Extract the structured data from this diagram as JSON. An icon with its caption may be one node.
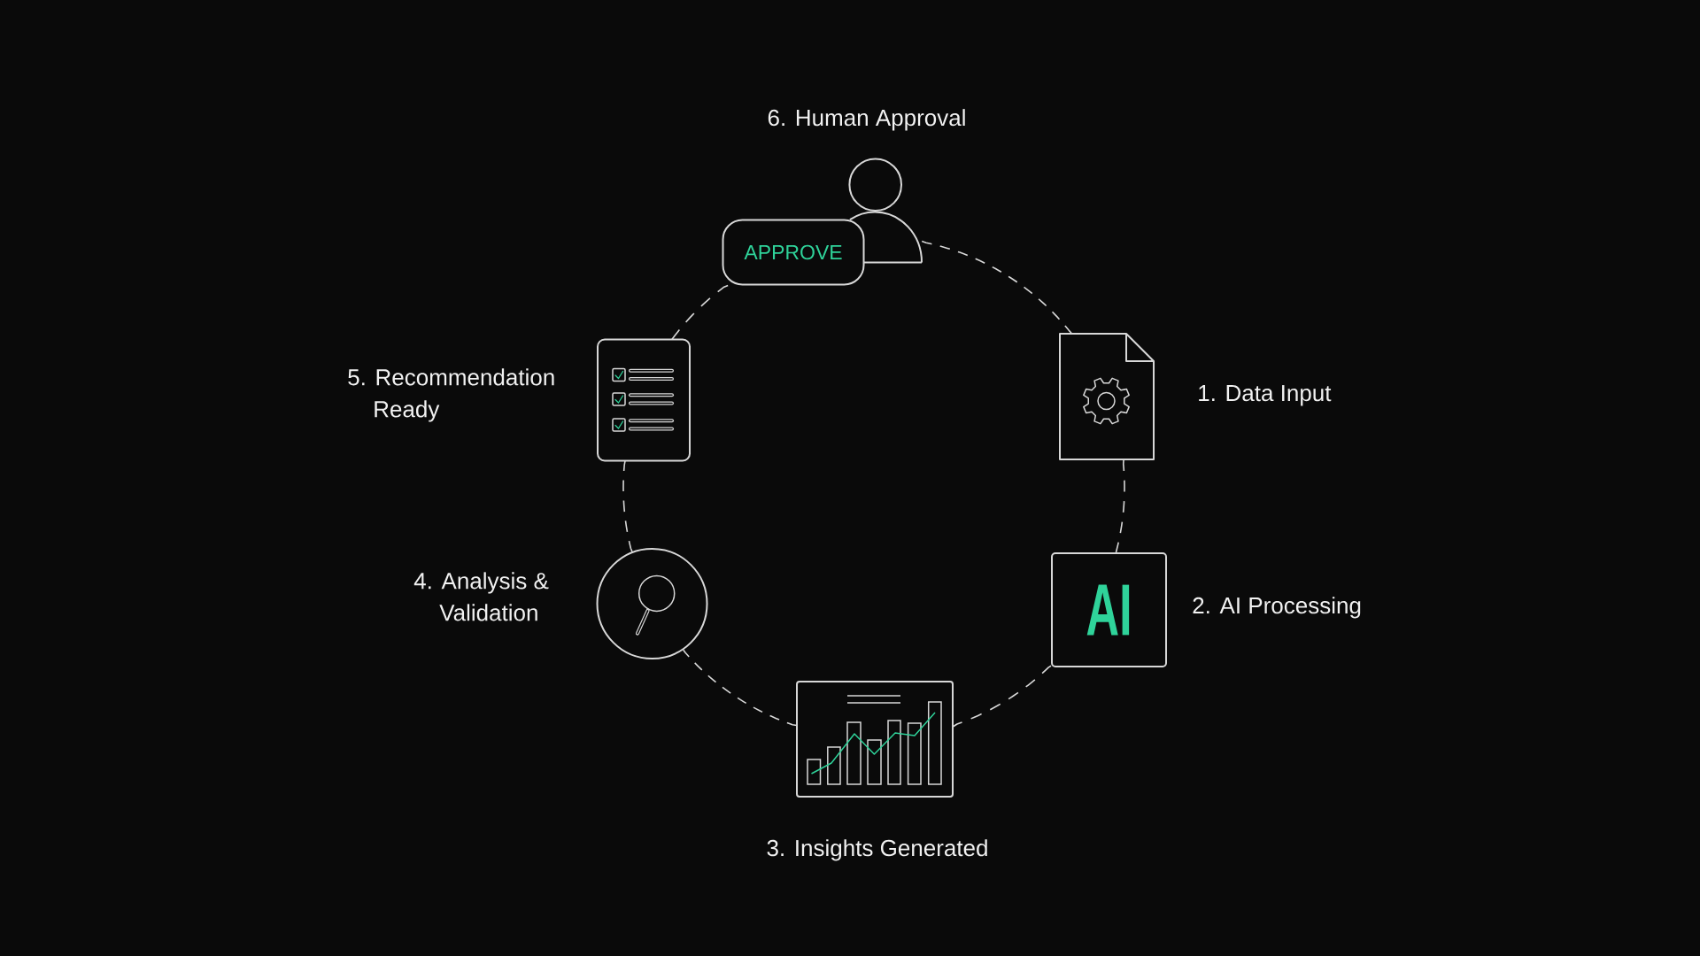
{
  "diagram": {
    "nodes": [
      {
        "text": [],
        "shape": "picture",
        "beside": [
          "1. Data Input"
        ]
      },
      {
        "text": [
          "AI"
        ],
        "beside": [
          "2. AI Processing"
        ]
      },
      {
        "text": [],
        "shape": "picture",
        "beside": [
          "3. Insights Generated"
        ]
      },
      {
        "text": [],
        "shape": "circle",
        "beside": [
          "4. Analysis & Validation"
        ]
      },
      {
        "text": [],
        "shape": "picture",
        "beside": [
          "5. Recommendation Ready"
        ]
      },
      {
        "text": [],
        "shape": "person",
        "beside": [
          "6. Human Approval"
        ]
      },
      {
        "text": [
          "APPROVE"
        ]
      }
    ],
    "edges": [
      {
        "from": 0,
        "to": 1,
        "arrow": "none",
        "style": "dashed"
      },
      {
        "from": 1,
        "to": 2,
        "arrow": "none",
        "style": "dashed"
      },
      {
        "from": 2,
        "to": 3,
        "arrow": "none",
        "style": "dashed"
      },
      {
        "from": 3,
        "to": 4,
        "arrow": "none",
        "style": "dashed"
      },
      {
        "from": 4,
        "to": 6,
        "arrow": "none",
        "style": "dashed"
      },
      {
        "from": 5,
        "to": 0,
        "arrow": "none",
        "style": "dashed"
      }
    ]
  }
}
